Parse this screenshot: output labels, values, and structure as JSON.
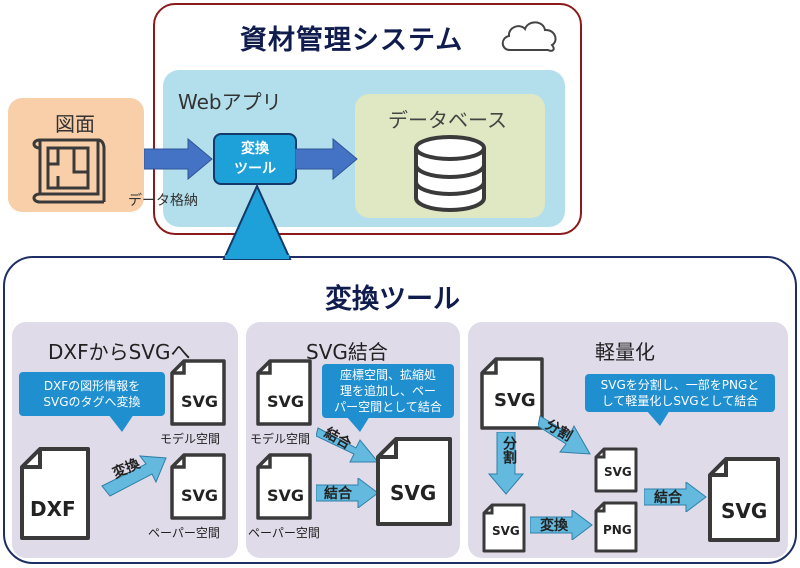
{
  "system": {
    "title": "資材管理システム",
    "webapp_label": "Webアプリ",
    "database_label": "データベース",
    "tool_line1": "変換",
    "tool_line2": "ツール",
    "drawing_label": "図面",
    "store_label": "データ格納"
  },
  "tool_panel": {
    "title": "変換ツール",
    "sections": [
      {
        "title": "DXFからSVGへ",
        "callout": [
          "DXFの図形情報を",
          "SVGのタグへ変換"
        ],
        "arrow_label": "変換",
        "source_file": "DXF",
        "files": [
          {
            "text": "SVG",
            "caption": "モデル空間"
          },
          {
            "text": "SVG",
            "caption": "ペーパー空間"
          }
        ]
      },
      {
        "title": "SVG結合",
        "callout": [
          "座標空間、拡縮処",
          "理を追加し、ペー",
          "パー空間として結合"
        ],
        "arrow_label_1": "結合",
        "arrow_label_2": "結合",
        "files": [
          {
            "text": "SVG",
            "caption": "モデル空間"
          },
          {
            "text": "SVG",
            "caption": "ペーパー空間"
          }
        ],
        "result_file": "SVG"
      },
      {
        "title": "軽量化",
        "callout": [
          "SVGを分割し、一部をPNGと",
          "して軽量化しSVGとして結合"
        ],
        "split_label_down": "分割",
        "split_label_diag": "分割",
        "convert_label": "変換",
        "combine_label": "結合",
        "files": {
          "source": "SVG",
          "top": "SVG",
          "bottom": "SVG",
          "png": "PNG",
          "result": "SVG"
        }
      }
    ]
  },
  "colors": {
    "system_border": "#8b1a1a",
    "webapp_bg": "#b3dfec",
    "db_bg": "#dfe8c3",
    "drawing_bg": "#f9cfa9",
    "tool_blue": "#1ea0d8",
    "arrow_blue": "#4472c4",
    "panel_border": "#1f2f66",
    "section_bg": "#e0dbe9",
    "callout_blue": "#1f8fd0",
    "small_arrow": "#63b9de"
  }
}
